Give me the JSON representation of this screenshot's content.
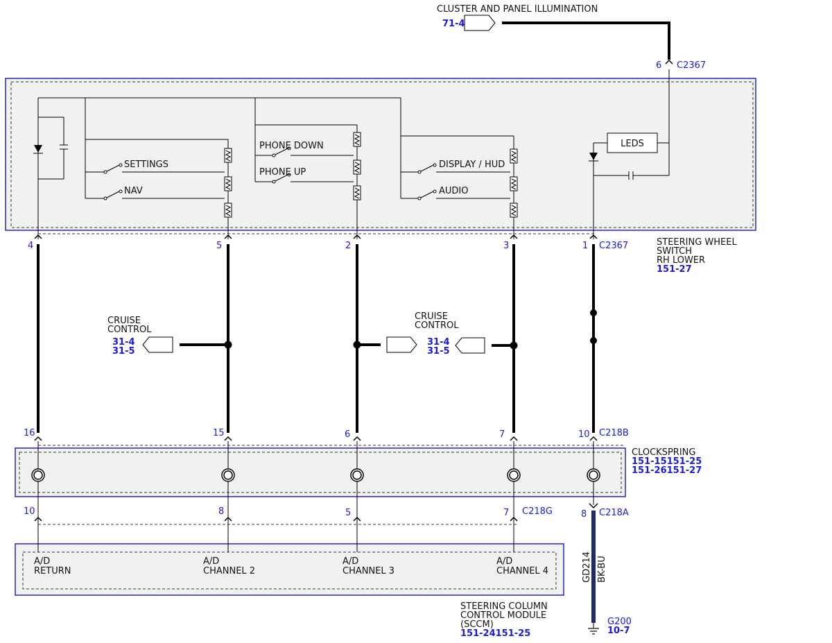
{
  "illumination": {
    "label": "CLUSTER AND PANEL ILLUMINATION",
    "ref": "71-4"
  },
  "c2367_top": {
    "pin": "6",
    "connector": "C2367"
  },
  "switch_module": {
    "title_line1": "STEERING WHEEL",
    "title_line2": "SWITCH",
    "title_line3": "RH LOWER",
    "ref": "151-27",
    "switches": {
      "settings": "SETTINGS",
      "nav": "NAV",
      "phone_down": "PHONE DOWN",
      "phone_up": "PHONE UP",
      "display_hud": "DISPLAY / HUD",
      "audio": "AUDIO",
      "leds": "LEDS"
    }
  },
  "c2367_pins": {
    "p4": "4",
    "p5": "5",
    "p2": "2",
    "p3": "3",
    "p1": "1",
    "connector": "C2367"
  },
  "cruise_left": {
    "line1": "CRUISE",
    "line2": "CONTROL",
    "ref1": "31-4",
    "ref2": "31-5"
  },
  "cruise_right": {
    "line1": "CRUISE",
    "line2": "CONTROL",
    "ref1": "31-4",
    "ref2": "31-5"
  },
  "c218b_pins": {
    "p16": "16",
    "p15": "15",
    "p6": "6",
    "p7": "7",
    "p10": "10",
    "connector": "C218B"
  },
  "clockspring": {
    "title": "CLOCKSPRING",
    "ref1": "151-15151-25",
    "ref2": "151-26151-27"
  },
  "c218g_pins": {
    "p10": "10",
    "p8": "8",
    "p5": "5",
    "p7": "7",
    "connector": "C218G"
  },
  "c218a": {
    "pin": "8",
    "connector": "C218A"
  },
  "ground_wire": {
    "circuit": "GD214",
    "color": "BK-BU"
  },
  "ground": {
    "name": "G200",
    "ref": "10-7"
  },
  "sccm": {
    "ch_return_1": "A/D",
    "ch_return_2": "RETURN",
    "ch2_1": "A/D",
    "ch2_2": "CHANNEL 2",
    "ch3_1": "A/D",
    "ch3_2": "CHANNEL 3",
    "ch4_1": "A/D",
    "ch4_2": "CHANNEL 4",
    "title_line1": "STEERING COLUMN",
    "title_line2": "CONTROL MODULE",
    "title_line3": "(SCCM)",
    "ref": "151-24151-25"
  },
  "colors": {
    "module_border": "#2424c8",
    "module_fill": "#f1f1f1",
    "ref_text": "#1a1adb",
    "ground_wire": "#1f2a6b"
  }
}
